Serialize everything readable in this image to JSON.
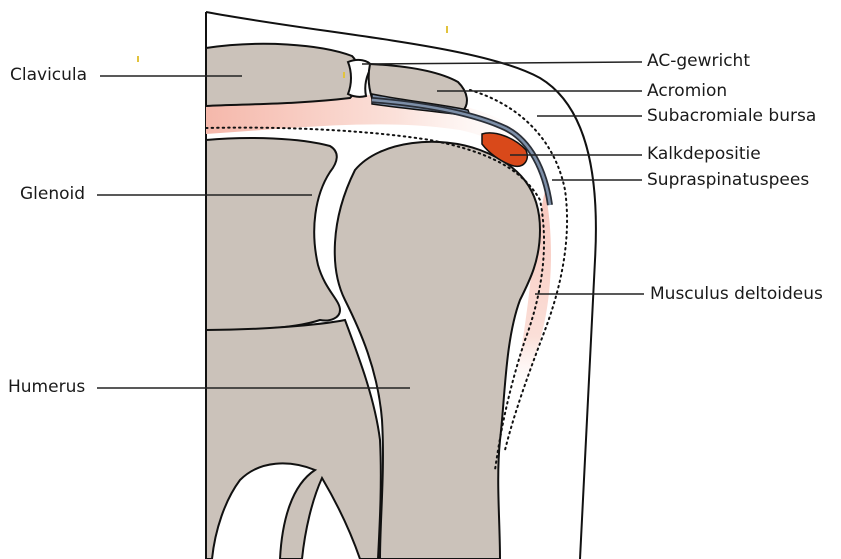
{
  "colors": {
    "bone": "#cbc2ba",
    "outline": "#111111",
    "soft_tissue": "#f7c9bf",
    "bursa": "#7d8fa8",
    "calcification": "#d9491a",
    "leader": "#222222",
    "background": "#ffffff"
  },
  "labels": {
    "clavicula": "Clavicula",
    "glenoid": "Glenoid",
    "humerus": "Humerus",
    "ac_gewricht": "AC-gewricht",
    "acromion": "Acromion",
    "subacromiale_bursa": "Subacromiale bursa",
    "kalkdepositie": "Kalkdepositie",
    "supraspinatuspees": "Supraspinatuspees",
    "musculus_deltoideus": "Musculus deltoideus"
  }
}
